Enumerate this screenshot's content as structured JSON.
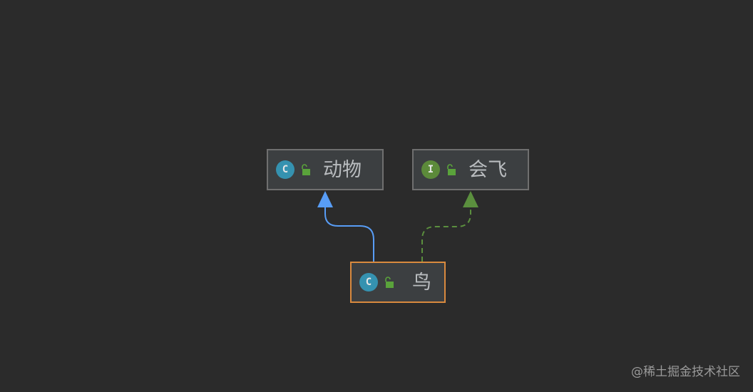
{
  "nodes": {
    "animal": {
      "kind": "C",
      "kind_type": "class",
      "label": "动物"
    },
    "fly": {
      "kind": "I",
      "kind_type": "interface",
      "label": "会飞"
    },
    "bird": {
      "kind": "C",
      "kind_type": "class",
      "label": "鸟",
      "selected": true
    }
  },
  "edges": [
    {
      "from": "bird",
      "to": "animal",
      "relation": "extends",
      "style": "solid",
      "color": "#589df6"
    },
    {
      "from": "bird",
      "to": "fly",
      "relation": "implements",
      "style": "dashed",
      "color": "#5b8f3e"
    }
  ],
  "colors": {
    "background": "#2b2b2b",
    "node_border": "#6f6f6f",
    "selected_border": "#d98a3e",
    "class_badge": "#3592b0",
    "interface_badge": "#5c8a3a",
    "lock_icon": "#5aa33b"
  },
  "watermark": "@稀土掘金技术社区"
}
